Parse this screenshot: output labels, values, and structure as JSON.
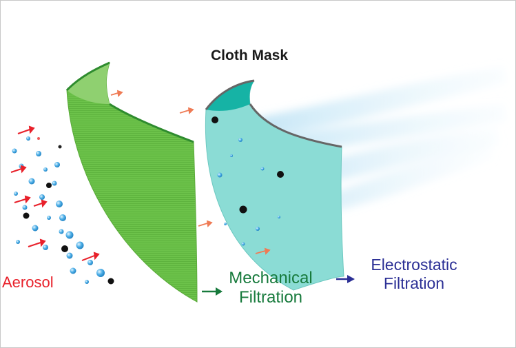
{
  "diagram": {
    "title": "Cloth Mask",
    "labels": {
      "aerosol": "Aerosol",
      "mechanical": [
        "Mechanical",
        "Filtration"
      ],
      "electrostatic": [
        "Electrostatic",
        "Filtration"
      ]
    },
    "colors": {
      "green_layer": "#6cc24a",
      "green_dark": "#2e8b2e",
      "cyan_layer": "#7fd6d0",
      "cyan_dark": "#16b3a5",
      "aerosol_red": "#e8202a",
      "mechanical_green": "#177a3c",
      "electrostatic_blue": "#2b2f95",
      "flow_arrow": "#ef7b55"
    },
    "icons": [
      "red-arrow-icon",
      "orange-arrow-icon",
      "green-arrow-icon",
      "blue-arrow-icon"
    ]
  }
}
